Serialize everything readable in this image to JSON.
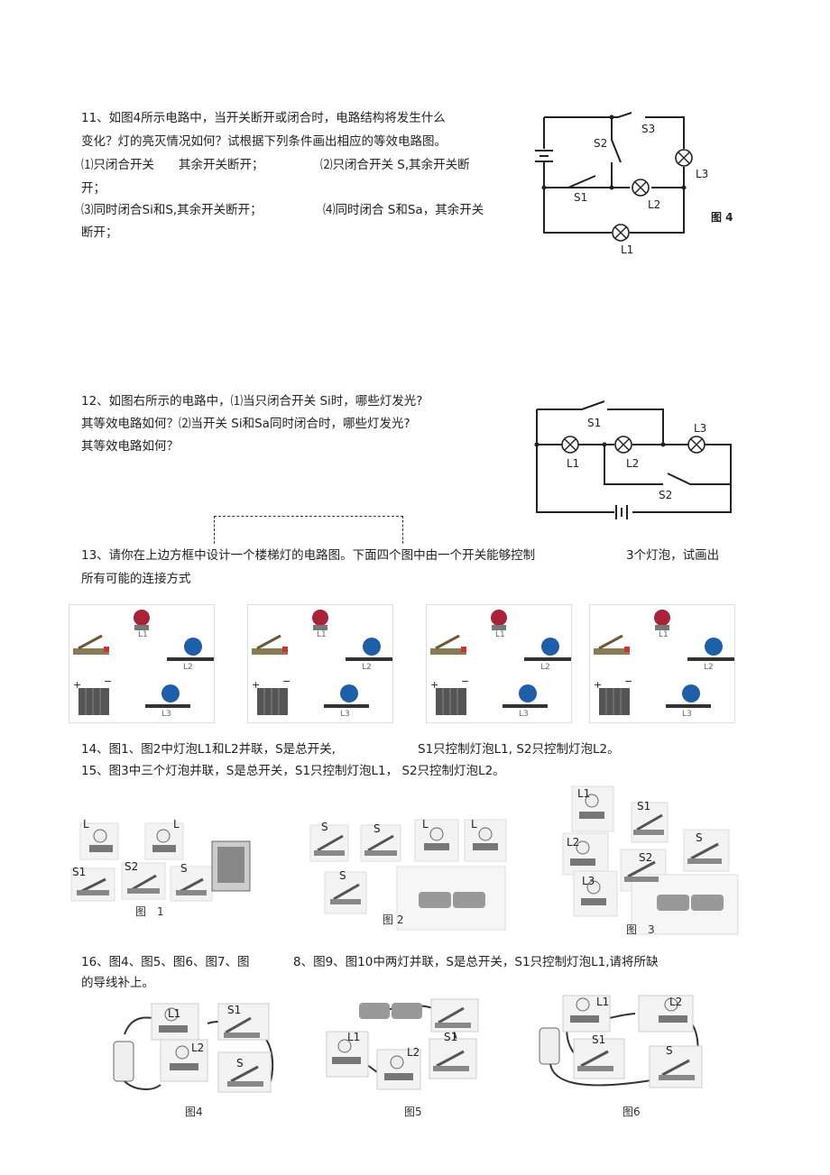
{
  "q11": {
    "line1": "11、如图4所示电路中，当开关断开或闭合时，电路结构将发生什么",
    "line2": "变化？灯的亮灭情况如何？试根据下列条件画出相应的等效电路图。",
    "line3a": "⑴只闭合开关　　其余开关断开；",
    "line3b": "⑵只闭合开关 S,其余开关断",
    "line4": "开；",
    "line5a": "⑶同时闭合Si和S,其余开关断开；",
    "line5b": "⑷同时闭合 S和Sa，其余开关",
    "line6": "断开；",
    "fig_label": "图 4",
    "labels": {
      "s3": "S3",
      "s2": "S2",
      "s1": "S1",
      "l1": "L1",
      "l2": "L2",
      "l3": "L3"
    }
  },
  "q12": {
    "line1": "12、如图右所示的电路中，⑴当只闭合开关 Si时，哪些灯发光?",
    "line2": "其等效电路如何？⑵当开关 Si和Sa同时闭合时，哪些灯发光?",
    "line3": "其等效电路如何？",
    "labels": {
      "s1": "S1",
      "s2": "S2",
      "l1": "L1",
      "l2": "L2",
      "l3": "L3"
    }
  },
  "q13": {
    "line1a": "13、请你在上边方框中设计一个楼梯灯的电路图。下面四个图中由一个开关能够控制",
    "line1b": "3个灯泡，试画出",
    "line2": "所有可能的连接方式",
    "panel_labels": {
      "l1": "L1",
      "l2": "L2",
      "l3": "L3"
    }
  },
  "q14": {
    "line_a": "14、图1、图2中灯泡L1和L2并联，S是总开关,",
    "line_b": "S1只控制灯泡L1, S2只控制灯泡L2。"
  },
  "q15": {
    "line": "15、图3中三个灯泡并联，S是总开关，S1只控制灯泡L1， S2只控制灯泡L2。"
  },
  "figs_row1": {
    "fig1": "图　1",
    "fig2": "图 2",
    "fig3": "图　3",
    "labels": {
      "l": "L",
      "s": "S",
      "s1": "S1",
      "s2": "S2",
      "l1": "L1",
      "l2": "L2",
      "l3": "L3"
    }
  },
  "q16": {
    "line1a": "16、图4、图5、图6、图7、图",
    "line1b": "8、图9、图10中两灯并联，S是总开关，S1只控制灯泡L1,请将所缺",
    "line2": "的导线补上。"
  },
  "figs_row2": {
    "fig4": "图4",
    "fig5": "图5",
    "fig6": "图6",
    "labels": {
      "l1": "L1",
      "l2": "L2",
      "s1": "S1",
      "s": "S"
    }
  },
  "colors": {
    "red_bulb": "#a8223a",
    "blue_bulb": "#1f5fa8",
    "wire": "#222"
  }
}
